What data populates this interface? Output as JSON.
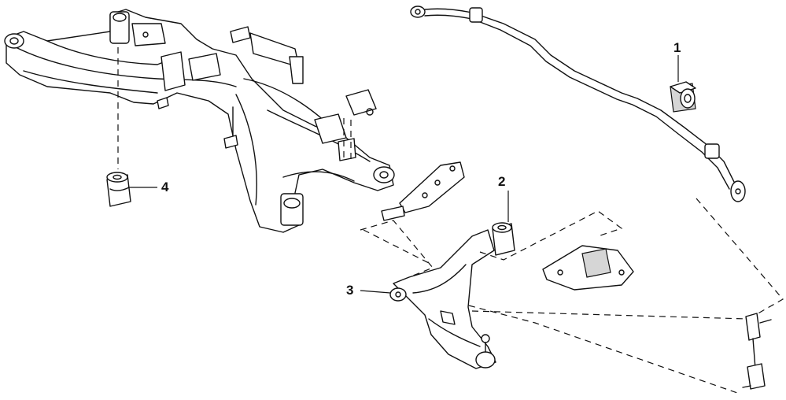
{
  "callouts": [
    {
      "number": "1",
      "part": "stabilizer-bar-bushing"
    },
    {
      "number": "2",
      "part": "lower-control-arm-rear-bushing"
    },
    {
      "number": "3",
      "part": "lower-control-arm-front-bushing"
    },
    {
      "number": "4",
      "part": "subframe-mount-bushing"
    }
  ],
  "colors": {
    "ink": "#111111",
    "background": "#ffffff",
    "shade": "#d6d6d6"
  }
}
